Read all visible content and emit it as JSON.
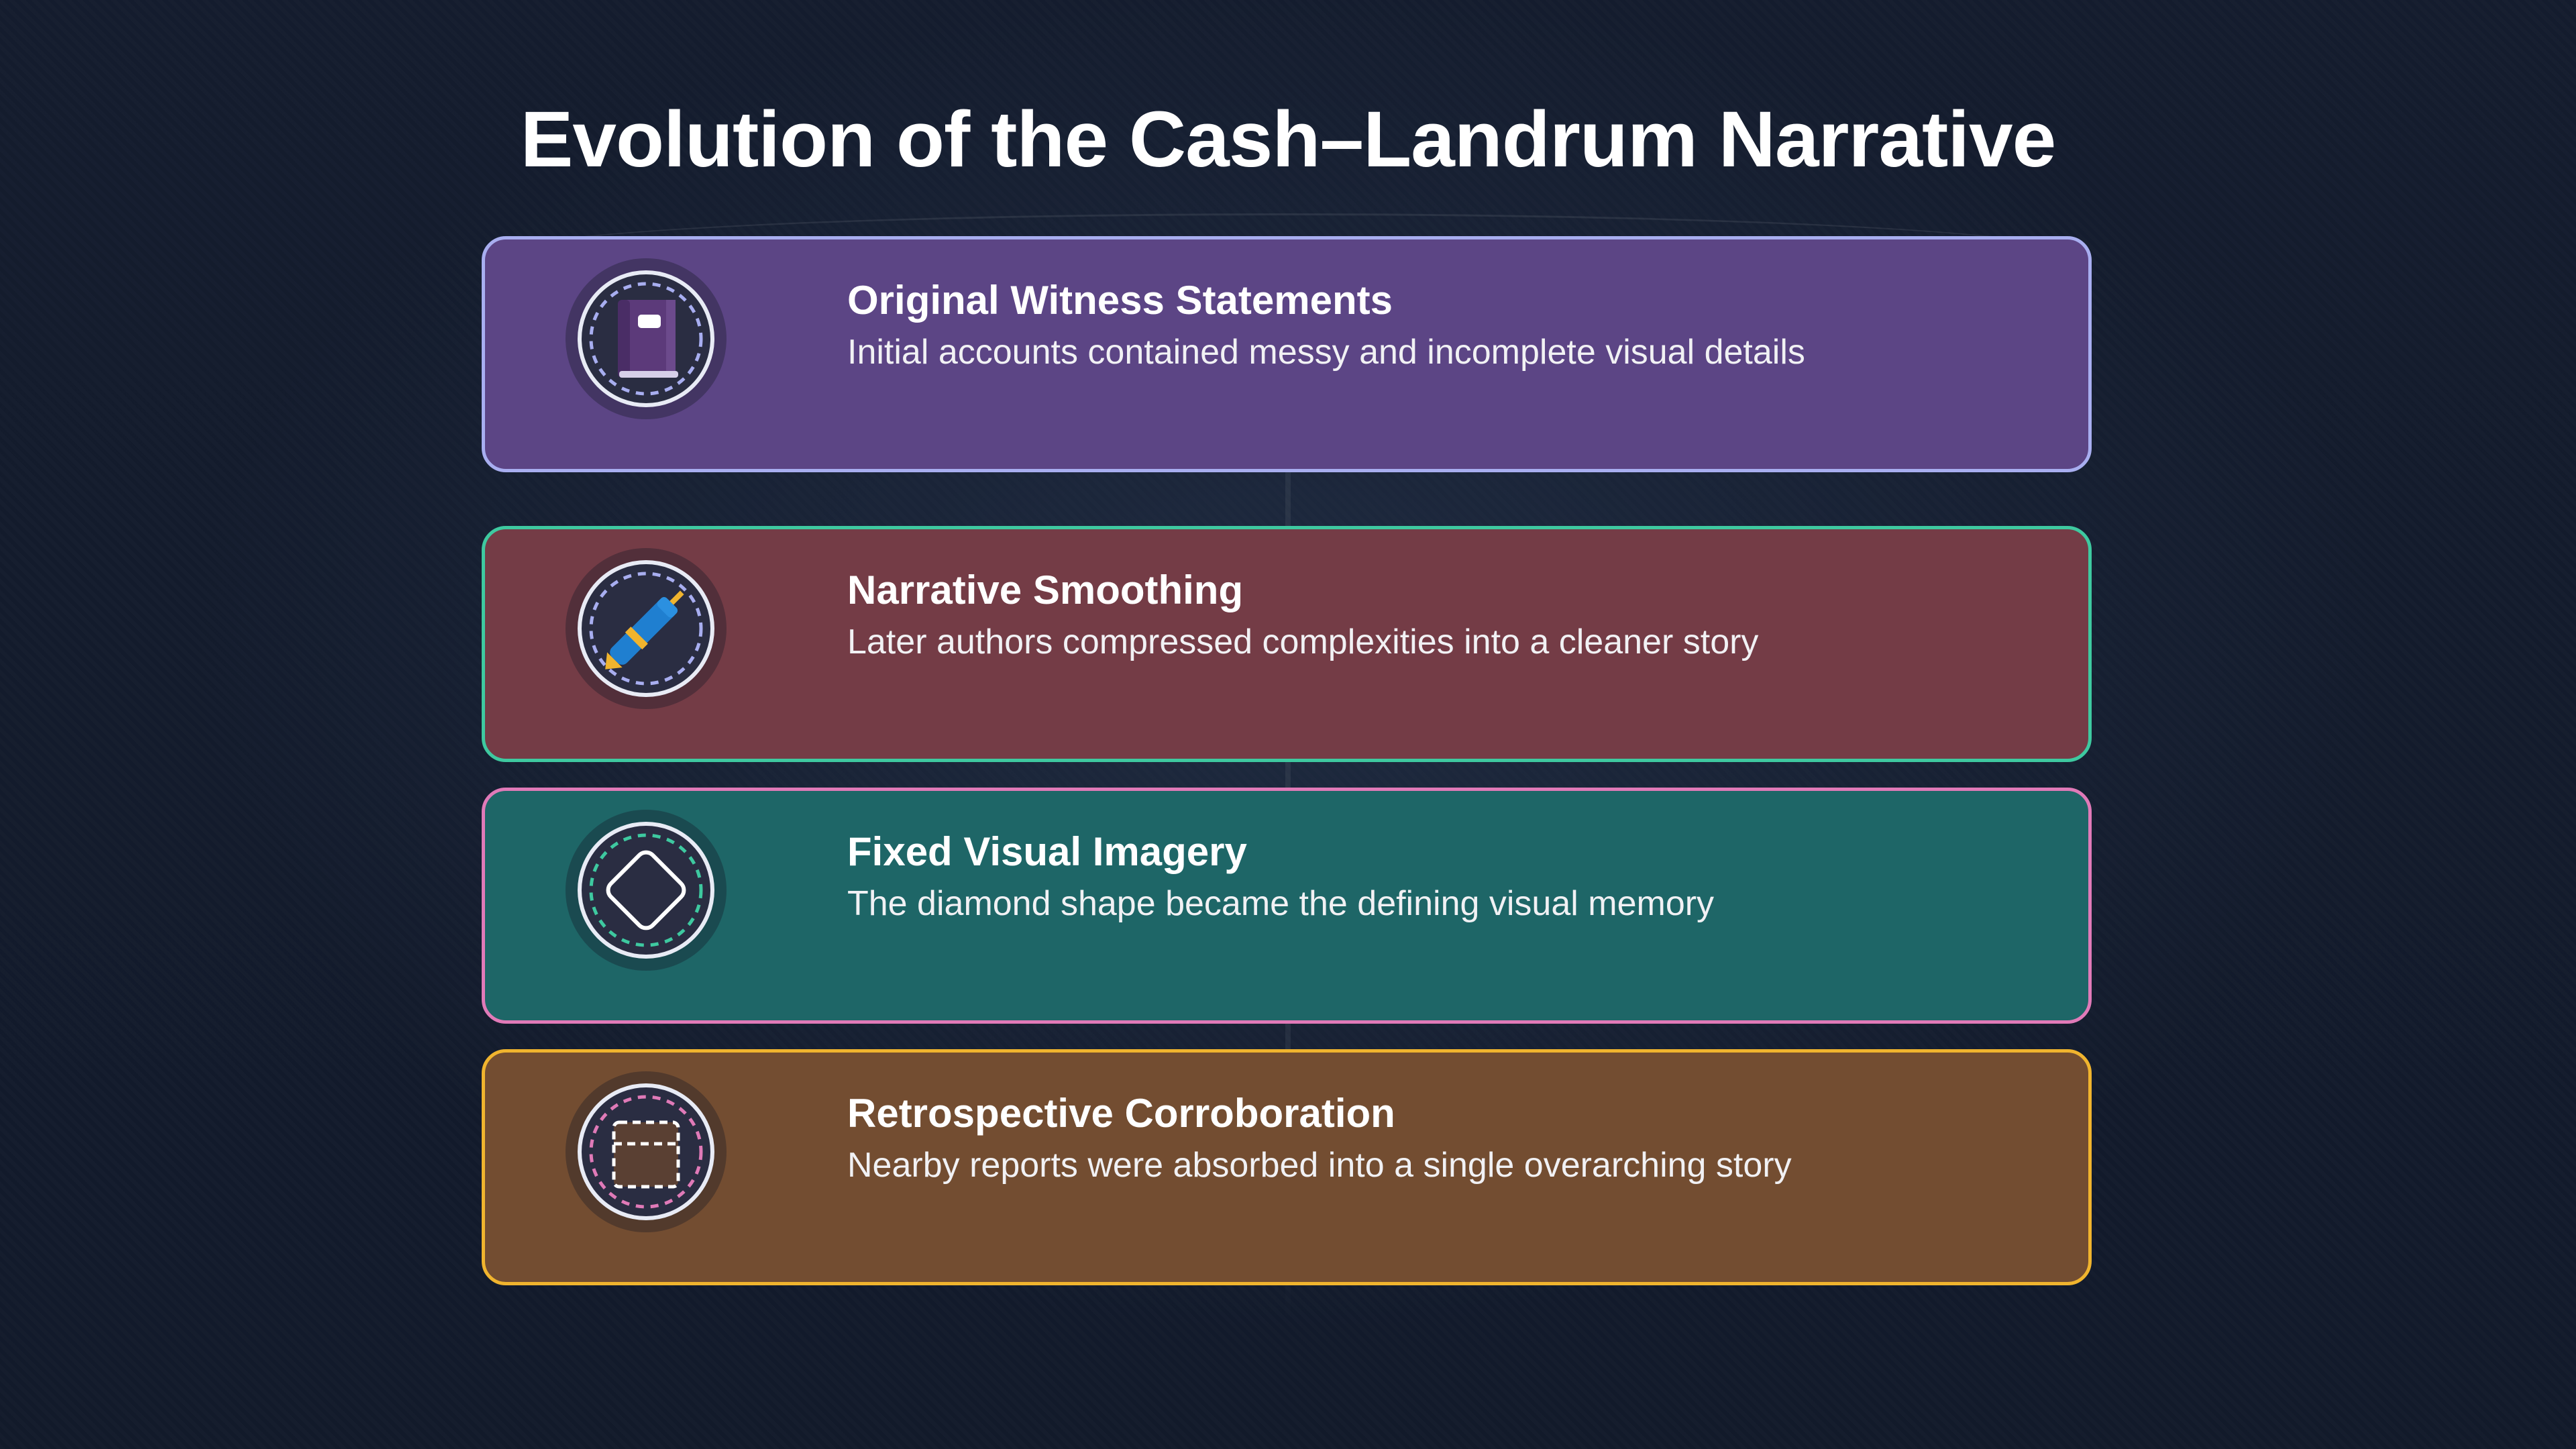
{
  "title": "Evolution of the Cash–Landrum Narrative",
  "stages": [
    {
      "heading": "Original Witness Statements",
      "description": "Initial accounts contained messy and incomplete visual details",
      "icon": "book-icon",
      "fill": "#5c4585",
      "border": "#a8aef0"
    },
    {
      "heading": "Narrative Smoothing",
      "description": "Later authors compressed complexities into a cleaner story",
      "icon": "pen-icon",
      "fill": "#743c46",
      "border": "#3ec9a0"
    },
    {
      "heading": "Fixed Visual Imagery",
      "description": "The diamond shape became the defining visual memory",
      "icon": "diamond-icon",
      "fill": "#1e6667",
      "border": "#e07ab8"
    },
    {
      "heading": "Retrospective Corroboration",
      "description": "Nearby reports were absorbed into a single overarching story",
      "icon": "box-icon",
      "fill": "#734d31",
      "border": "#f0b42e"
    }
  ]
}
